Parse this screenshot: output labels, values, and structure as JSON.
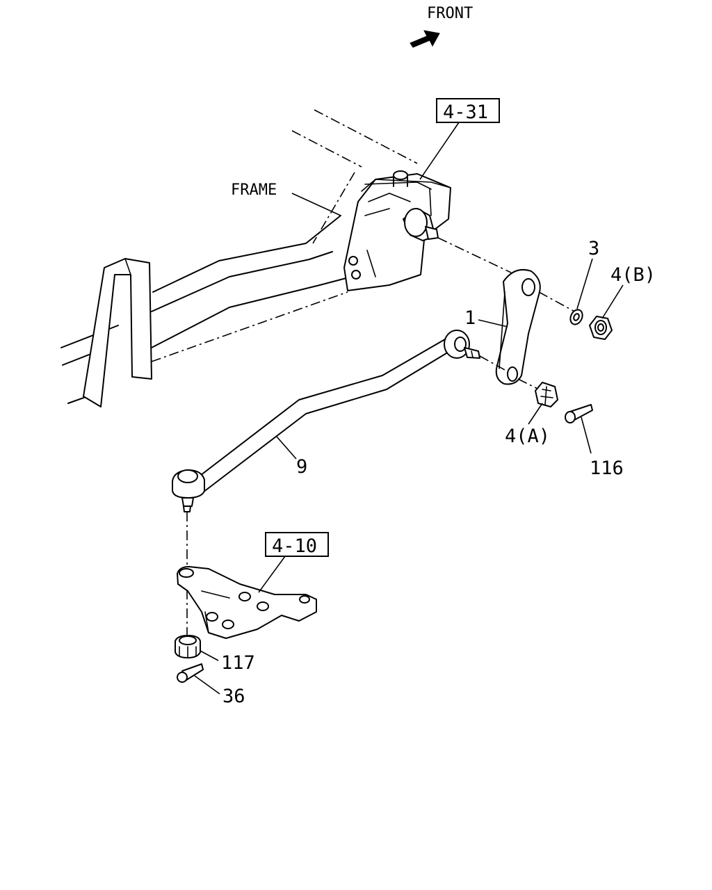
{
  "diagram": {
    "direction_label": "FRONT",
    "frame_label": "FRAME",
    "reference_boxes": [
      {
        "id": "ref-4-31",
        "text": "4-31"
      },
      {
        "id": "ref-4-10",
        "text": "4-10"
      }
    ],
    "callouts": [
      {
        "id": "part-1",
        "text": "1"
      },
      {
        "id": "part-3",
        "text": "3"
      },
      {
        "id": "part-4b",
        "text": "4(B)"
      },
      {
        "id": "part-4a",
        "text": "4(A)"
      },
      {
        "id": "part-9",
        "text": "9"
      },
      {
        "id": "part-116",
        "text": "116"
      },
      {
        "id": "part-117",
        "text": "117"
      },
      {
        "id": "part-36",
        "text": "36"
      }
    ]
  }
}
